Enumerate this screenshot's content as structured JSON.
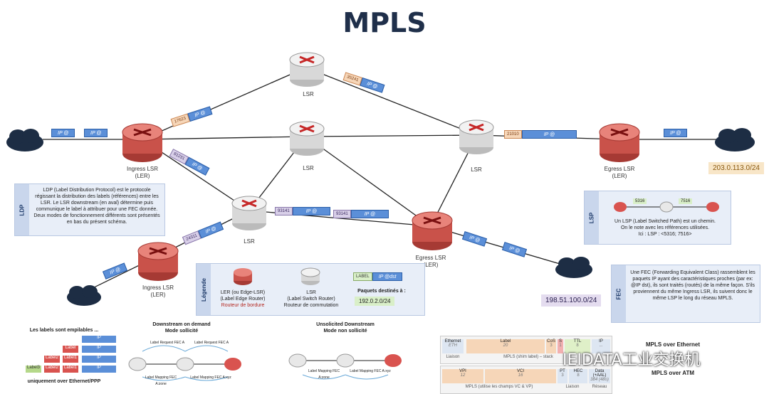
{
  "title": "MPLS",
  "nodes": {
    "lsr_top": "LSR",
    "lsr_center": "LSR",
    "lsr_right": "LSR",
    "lsr_left": "LSR",
    "ingress1": "Ingress LSR",
    "ingress1_sub": "(LER)",
    "ingress2": "Ingress LSR",
    "ingress2_sub": "(LER)",
    "egress1": "Egress LSR",
    "egress1_sub": "(LER)",
    "egress2": "Egress LSR",
    "egress2_sub": "(LER)"
  },
  "packets": {
    "ip": "IP @",
    "l1": "17623",
    "l2": "35241",
    "l3": "81231",
    "l4": "21010",
    "l5": "93141",
    "l6": "93141",
    "l7": "24311"
  },
  "prefixes": {
    "p1": "203.0.113.0/24",
    "p2": "198.51.100.0/24"
  },
  "ldp": {
    "tag": "LDP",
    "text": "LDP (Label Distribution Protocol) est le protocole régissant la distribution des labels (références) entre les LSR. Le LSR downstream (en aval) détermine puis communique le label à attribuer pour une FEC donnée. Deux modes de fonctionnement différents sont présentés en bas du présent schéma."
  },
  "lsp": {
    "tag": "LSP",
    "a": "5316",
    "b": "7516",
    "text1": "Un LSP (Label Switched Path) est un chemin.",
    "text2": "On le note avec les références utilisées.",
    "text3": "Ici : LSP : <5316; 7516>"
  },
  "fec": {
    "tag": "FEC",
    "text": "Une FEC (Forwarding Equivalent Class) rassemblent les paquets IP ayant des caractéristiques proches (par ex: @IP dst), ils sont traités (routés) de la même façon. S'ils proviennent du même Ingress LSR, ils suivent donc le même LSP le long du réseau MPLS."
  },
  "legend": {
    "tag": "Légende",
    "ler1": "LER (ou Edge-LSR)",
    "ler2": "(Label Edge Router)",
    "ler3": "Routeur de bordure",
    "lsr1": "LSR",
    "lsr2": "(Label Switch Router)",
    "lsr3": "Routeur de commutation",
    "pkt_label": "LABEL",
    "pkt_ip": "IP @dst",
    "dest": "Paquets destinés à :",
    "dest_prefix": "192.0.2.0/24"
  },
  "bottom": {
    "stack_title": "Les labels sont empilables ...",
    "stack_ip": "IP",
    "stack_l1": "Label",
    "stack_l2": "Label2",
    "stack_l3": "Label1",
    "stack_l4": "Label3",
    "stack_note": "uniquement over Ethernet/PPP",
    "dod_title1": "Downstream on demand",
    "dod_title2": "Mode sollicité",
    "dod_req1": "Label Request FEC A",
    "dod_req2": "Label Request FEC A",
    "dod_map1": "Label Mapping FEC A:zone",
    "dod_map2": "Label Mapping FEC A:xyz",
    "ud_title1": "Unsolicited Downstream",
    "ud_title2": "Mode non sollicité",
    "ud_map1": "Label Mapping FEC A:zone",
    "ud_map2": "Label Mapping FEC A:xyz",
    "eth_title": "MPLS over Ethernet",
    "atm_title": "MPLS over ATM",
    "eth_cols": [
      "Ethernet",
      "Label",
      "CoS",
      "S",
      "TTL",
      "IP"
    ],
    "eth_vals": [
      "ETH",
      "20",
      "3",
      "1",
      "8",
      "..."
    ],
    "eth_shim": "MPLS (shim label) – stack",
    "eth_link": "Liaison",
    "atm_cols": [
      "VPI",
      "VCI",
      "PT",
      "HEC",
      "Data (+AAL)"
    ],
    "atm_vals": [
      "12",
      "16",
      "3",
      "8",
      "384 (48o)"
    ],
    "atm_shim": "MPLS (utilise les champs VC & VP)",
    "atm_link": "Liaison",
    "atm_net": "Réseau"
  },
  "watermark": "IEIDATA工业交换机",
  "colors": {
    "ler": "#d9534f",
    "lsr": "#e8e8e8",
    "ip": "#5b8fd8",
    "link": "#222222"
  }
}
